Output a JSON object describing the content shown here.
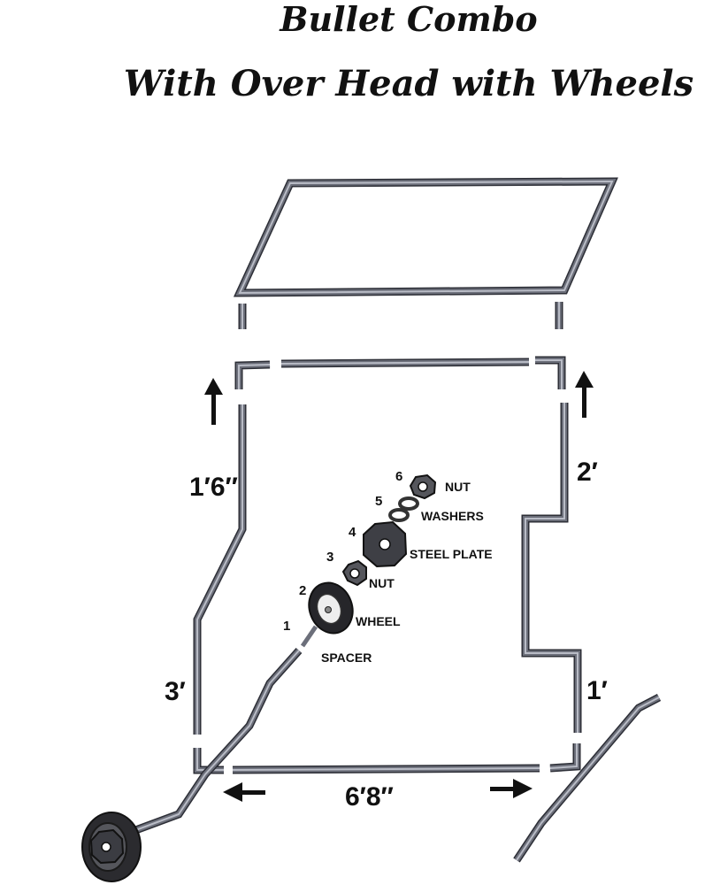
{
  "title": {
    "line1": "Bullet Combo",
    "line2": "With Over Head with Wheels"
  },
  "dimensions": {
    "left_upper": "1′6″",
    "left_lower": "3′",
    "right_upper": "2′",
    "right_lower": "1′",
    "bottom": "6′8″"
  },
  "parts": [
    {
      "number": "1",
      "label": "SPACER"
    },
    {
      "number": "2",
      "label": "WHEEL"
    },
    {
      "number": "3",
      "label": "NUT"
    },
    {
      "number": "4",
      "label": "STEEL PLATE"
    },
    {
      "number": "5",
      "label": "WASHERS"
    },
    {
      "number": "6",
      "label": "NUT"
    }
  ],
  "colors": {
    "pipe": "#6c6f7a",
    "pipe_highlight": "#b9bcc6",
    "pipe_edge": "#2c2e36",
    "ink": "#111111"
  }
}
